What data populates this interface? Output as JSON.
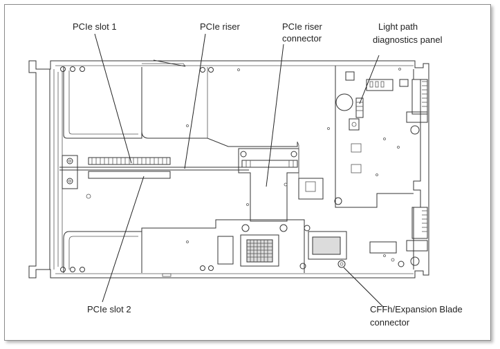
{
  "labels": {
    "pcie_slot_1": "PCIe slot 1",
    "pcie_riser": "PCIe riser",
    "pcie_riser_connector_line1": "PCIe riser",
    "pcie_riser_connector_line2": "connector",
    "light_path_line1": "Light path",
    "light_path_line2": "diagnostics panel",
    "pcie_slot_2": "PCIe slot 2",
    "cffh_line1": "CFFh/Expansion Blade",
    "cffh_line2": "connector"
  }
}
